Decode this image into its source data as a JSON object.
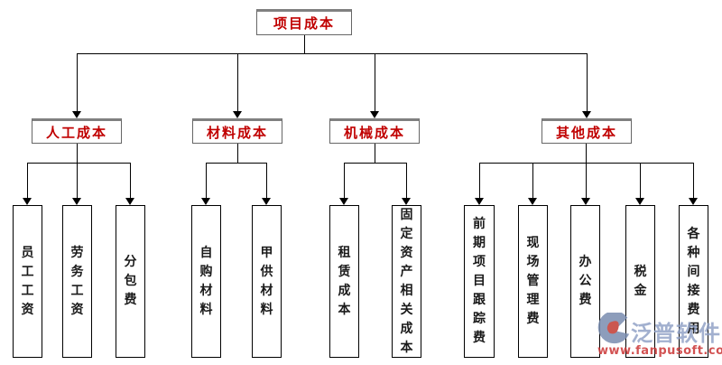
{
  "diagram": {
    "root": {
      "label": "项目成本"
    },
    "categories": [
      {
        "label": "人工成本",
        "children": [
          "员工工资",
          "劳务工资",
          "分包费"
        ]
      },
      {
        "label": "材料成本",
        "children": [
          "自购材料",
          "甲供材料"
        ]
      },
      {
        "label": "机械成本",
        "children": [
          "租赁成本",
          "固定资产相关成本"
        ]
      },
      {
        "label": "其他成本",
        "children": [
          "前期项目跟踪费",
          "现场管理费",
          "办公费",
          "税金",
          "各种间接费用"
        ]
      }
    ],
    "leaves": [
      {
        "label": "员工工资",
        "parent": "人工成本"
      },
      {
        "label": "劳务工资",
        "parent": "人工成本"
      },
      {
        "label": "分包费",
        "parent": "人工成本"
      },
      {
        "label": "自购材料",
        "parent": "材料成本"
      },
      {
        "label": "甲供材料",
        "parent": "材料成本"
      },
      {
        "label": "租赁成本",
        "parent": "机械成本"
      },
      {
        "label": "固定资产相关成本",
        "parent": "机械成本"
      },
      {
        "label": "前期项目跟踪费",
        "parent": "其他成本"
      },
      {
        "label": "现场管理费",
        "parent": "其他成本"
      },
      {
        "label": "办公费",
        "parent": "其他成本"
      },
      {
        "label": "税金",
        "parent": "其他成本"
      },
      {
        "label": "各种间接费用",
        "parent": "其他成本"
      }
    ]
  },
  "watermark": {
    "brand": "泛普软件",
    "url": "www.fanpusoft.com",
    "logo": "fanpu-logo"
  },
  "colors": {
    "category_text": "#c00000",
    "leaf_text": "#1a1a1a",
    "connector": "#000000",
    "box_border": "#666666",
    "box_top_shadow": "#808080",
    "background": "#ffffff",
    "watermark_brand": "#8d9fc5",
    "watermark_url": "#cc3a3a"
  }
}
